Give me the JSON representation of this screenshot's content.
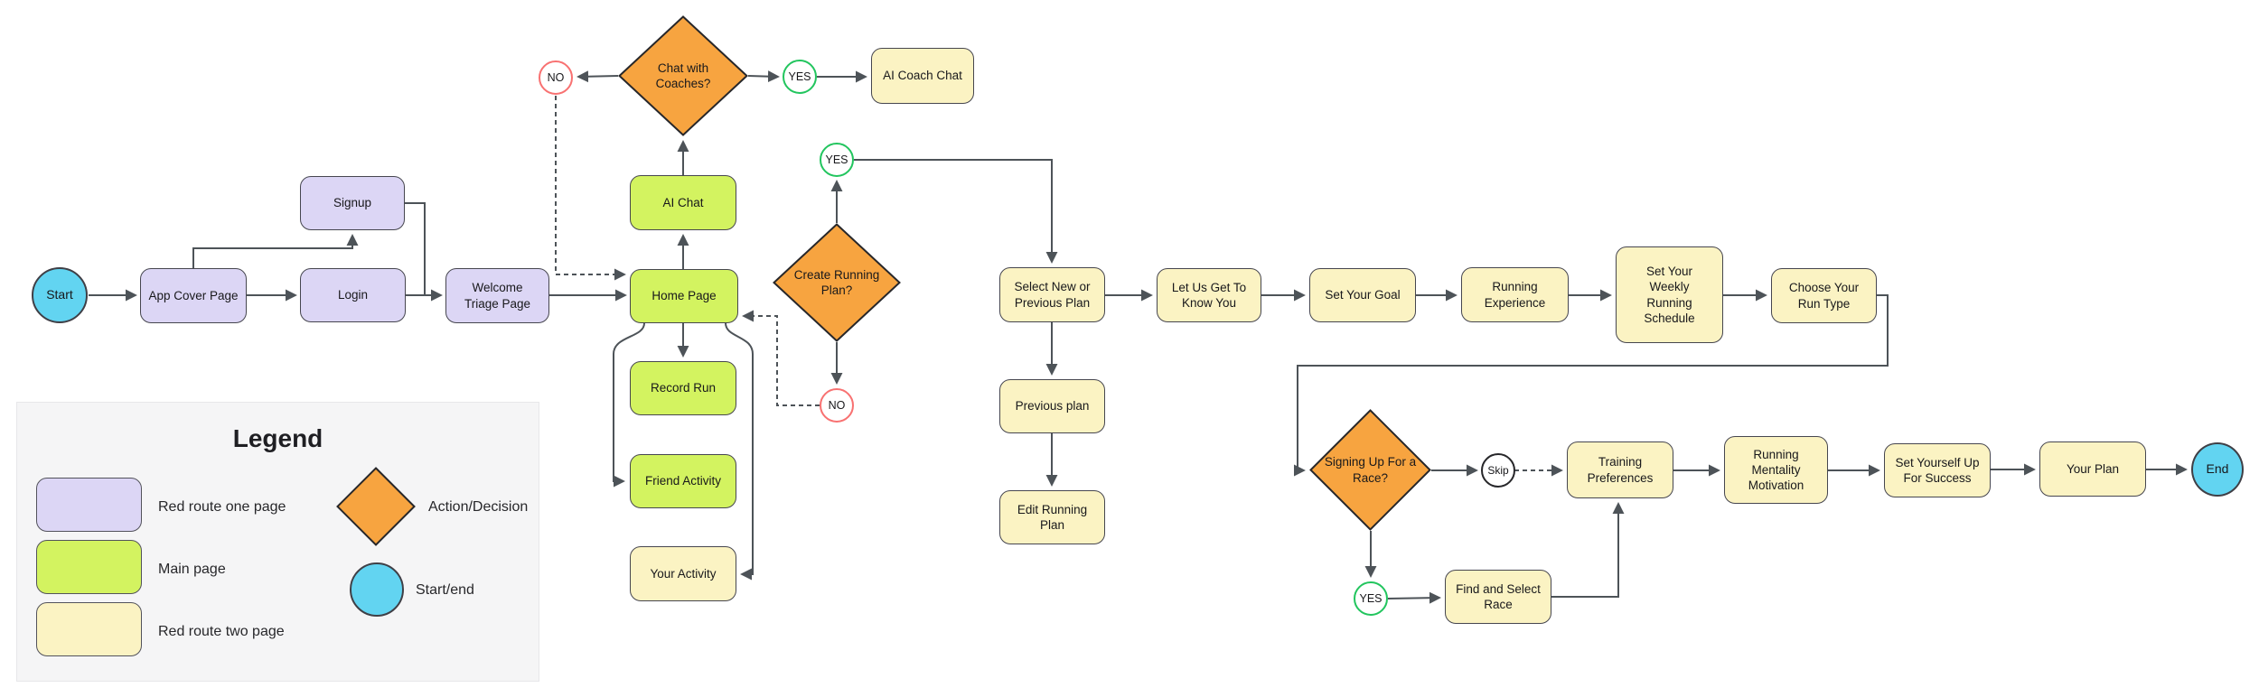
{
  "flow": {
    "start": "Start",
    "app_cover_page": "App Cover Page",
    "signup": "Signup",
    "login": "Login",
    "welcome_triage": "Welcome Triage Page",
    "home": "Home Page",
    "ai_chat": "AI Chat",
    "chat_with_coaches": "Chat with Coaches?",
    "ai_coach_chat": "AI Coach Chat",
    "record_run": "Record Run",
    "friend_activity": "Friend Activity",
    "your_activity": "Your Activity",
    "create_running_plan": "Create Running Plan?",
    "select_new_previous": "Select New or Previous Plan",
    "let_us_know": "Let Us Get To Know You",
    "set_your_goal": "Set Your Goal",
    "running_experience": "Running Experience",
    "weekly_schedule": "Set Your Weekly Running Schedule",
    "choose_run_type": "Choose Your Run Type",
    "previous_plan": "Previous plan",
    "edit_running_plan": "Edit Running Plan",
    "signing_race": "Signing Up For a Race?",
    "training_preferences": "Training Preferences",
    "find_select_race": "Find and Select Race",
    "running_mentality": "Running Mentality Motivation",
    "set_yourself_up": "Set Yourself Up For Success",
    "your_plan": "Your Plan",
    "end": "End"
  },
  "connectors": {
    "yes": "YES",
    "no": "NO",
    "skip": "Skip"
  },
  "legend": {
    "title": "Legend",
    "items": [
      {
        "label": "Red route one page"
      },
      {
        "label": "Main page"
      },
      {
        "label": "Red route two page"
      },
      {
        "label": "Action/Decision"
      },
      {
        "label": "Start/end"
      }
    ]
  },
  "colors": {
    "route_one_purple": "#dcd6f5",
    "main_page_green": "#d3f360",
    "route_two_yellow": "#fbf3c3",
    "decision_orange": "#f7a440",
    "terminal_blue": "#62d4f1",
    "yes_green": "#22c55e",
    "no_red": "#f87171",
    "skip_black": "#27272a",
    "connector_gray": "#4d5358",
    "legend_bg": "#f5f5f6"
  }
}
